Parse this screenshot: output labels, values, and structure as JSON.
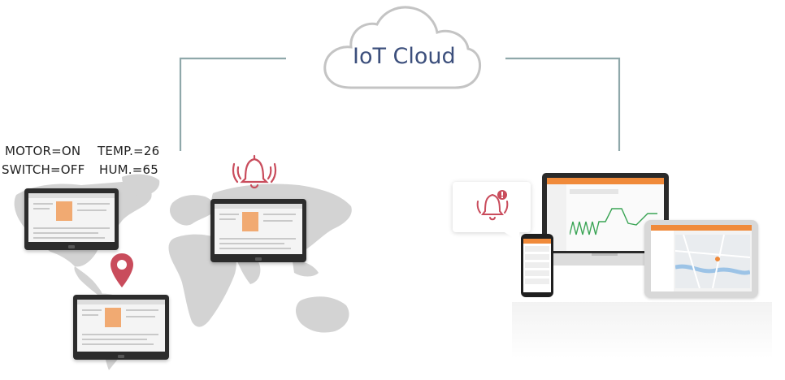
{
  "cloud": {
    "title": "IoT Cloud"
  },
  "tags": {
    "motor": "MOTOR=ON",
    "temp": "TEMP.=26",
    "switch": "SWITCH=OFF",
    "hum": "HUM.=65"
  },
  "colors": {
    "connector": "#8fa8aa",
    "cloud_stroke": "#c4c4c4",
    "map": "#d2d2d2",
    "alert": "#c94c5c",
    "accent": "#f08a3a"
  },
  "icons": [
    "cloud-icon",
    "bell-alarm-icon",
    "location-pin-icon",
    "bell-notification-icon"
  ]
}
